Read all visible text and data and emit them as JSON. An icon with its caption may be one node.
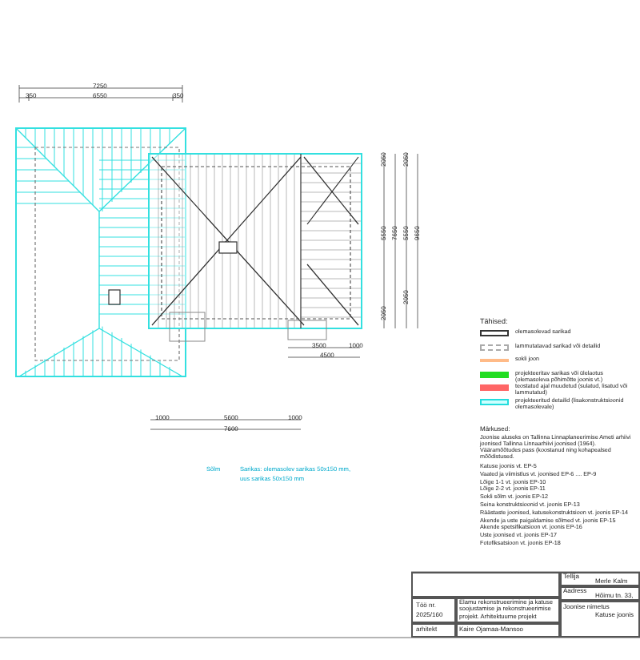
{
  "diagram": {
    "labels": [
      "7250",
      "350",
      "6550",
      "350",
      "2050",
      "5550",
      "2050",
      "7650",
      "2050",
      "5550",
      "2050",
      "9650",
      "3500",
      "1000",
      "4500",
      "1000",
      "5600",
      "1000",
      "7600",
      "Tähised:",
      "Märkused:",
      "Joonise aluseks on Tallinna Linnaplaneerimise Ameti arhiivi joonised Tallinna Linnaarhiivi joonised (1964). Vääramõõtudes pass (koostanud ning kohapealsed mõõdistused.",
      "Katuse joonis vt. EP-5",
      "Vaated ja viimistlus vt. joonised EP-6 .... EP-9",
      "Lõige 1-1 vt. joonis EP-10",
      "Lõige 2-2 vt. joonis EP-11",
      "Sokli sõlm vt. joonis EP-12",
      "Seina konstruktsioonid vt. joonis EP-13",
      "Räästaste joonised, katusekonstruktsioon vt. joonis EP-14",
      "Akende ja uste paigaldamise sõlmed vt. joonis EP-15",
      "Akende spetsifikatsioon vt. joonis EP-16",
      "Uste joonised vt. joonis EP-17",
      "Fotofiksatsioon vt. joonis EP-18",
      "Sõlm",
      "Sarikas: olemasolev sarikas 50x150 mm,",
      "uus sarikas 50x150 mm",
      "Töö nr.",
      "2025/160",
      "Elamu rekonstrueerimine ja katuse soojustamise ja rekonstrueerimise projekt. Arhitektuurne projekt",
      "arhitekt",
      "Kaire Ojamaa-Mansoo",
      "Tellija",
      "Merle Kalm",
      "Aadress",
      "Hõimu tn. 33,",
      "Joonise nimetus",
      "Katuse joonis"
    ],
    "legend": [
      {
        "text": "olemasolevad sarikad"
      },
      {
        "text": "lammutatavad sarikad või detailid"
      },
      {
        "text": "sokli joon"
      },
      {
        "text": "projekteeritav sarikas või ülelaotus (olemasoleva põhimõtte joonis vt.)",
        "color": "#22dd22"
      },
      {
        "text": "teostatud ajal muudetud (sulatud, lisatud või lammutatud)",
        "color": "#ff6666"
      },
      {
        "text": "projekteeritud detailid (lisakonstruktsioonid olemasolevale)",
        "color": "#ccffff"
      }
    ]
  }
}
